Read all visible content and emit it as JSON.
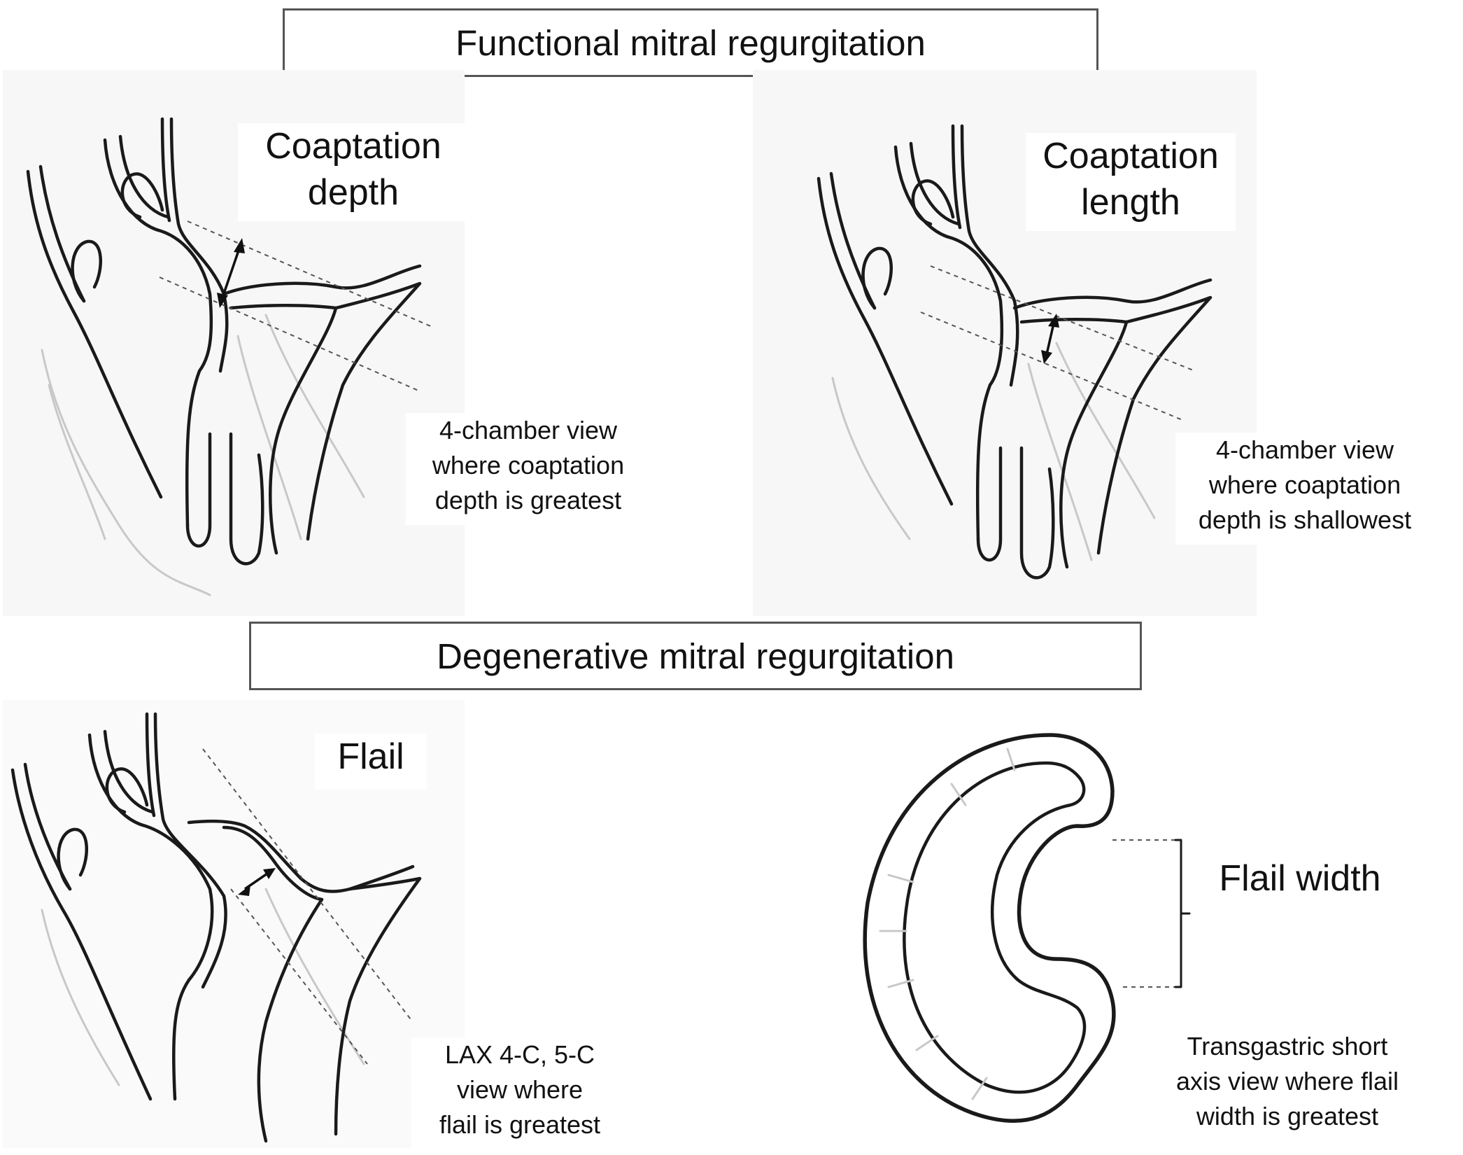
{
  "sections": {
    "functional": {
      "title": "Functional mitral regurgitation"
    },
    "degenerative": {
      "title": "Degenerative mitral regurgitation"
    }
  },
  "panels": {
    "coaptation_depth": {
      "label_lines": [
        "Coaptation",
        "depth"
      ],
      "caption_lines": [
        "4-chamber view",
        "where coaptation",
        "depth is greatest"
      ]
    },
    "coaptation_length": {
      "label_lines": [
        "Coaptation",
        "length"
      ],
      "caption_lines": [
        "4-chamber view",
        "where coaptation",
        "depth is shallowest"
      ]
    },
    "flail": {
      "label_lines": [
        "Flail"
      ],
      "caption_lines": [
        "LAX 4-C, 5-C",
        "view where",
        "flail is greatest"
      ]
    },
    "flail_width": {
      "label_lines": [
        "Flail width"
      ],
      "caption_lines": [
        "Transgastric short",
        "axis view where flail",
        "width is greatest"
      ]
    }
  }
}
